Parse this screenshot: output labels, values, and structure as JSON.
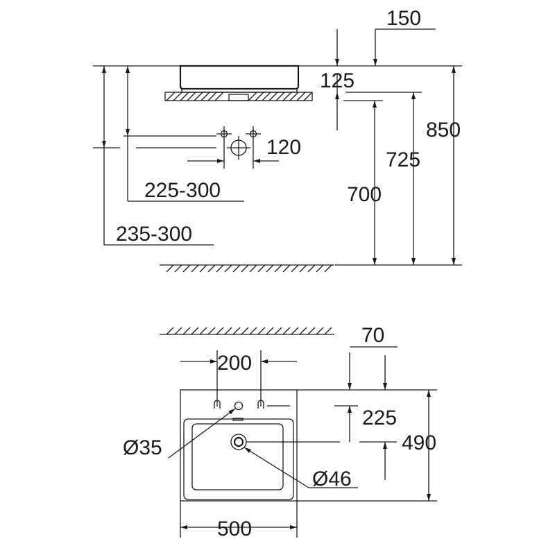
{
  "side_view": {
    "dims": {
      "d150": "150",
      "d125": "125",
      "d850": "850",
      "d725": "725",
      "d700": "700",
      "d120": "120",
      "d225_300": "225-300",
      "d235_300": "235-300"
    }
  },
  "top_view": {
    "dims": {
      "d70": "70",
      "d200": "200",
      "d225": "225",
      "d490": "490",
      "d500": "500",
      "dia35": "Ø35",
      "dia46": "Ø46"
    }
  }
}
